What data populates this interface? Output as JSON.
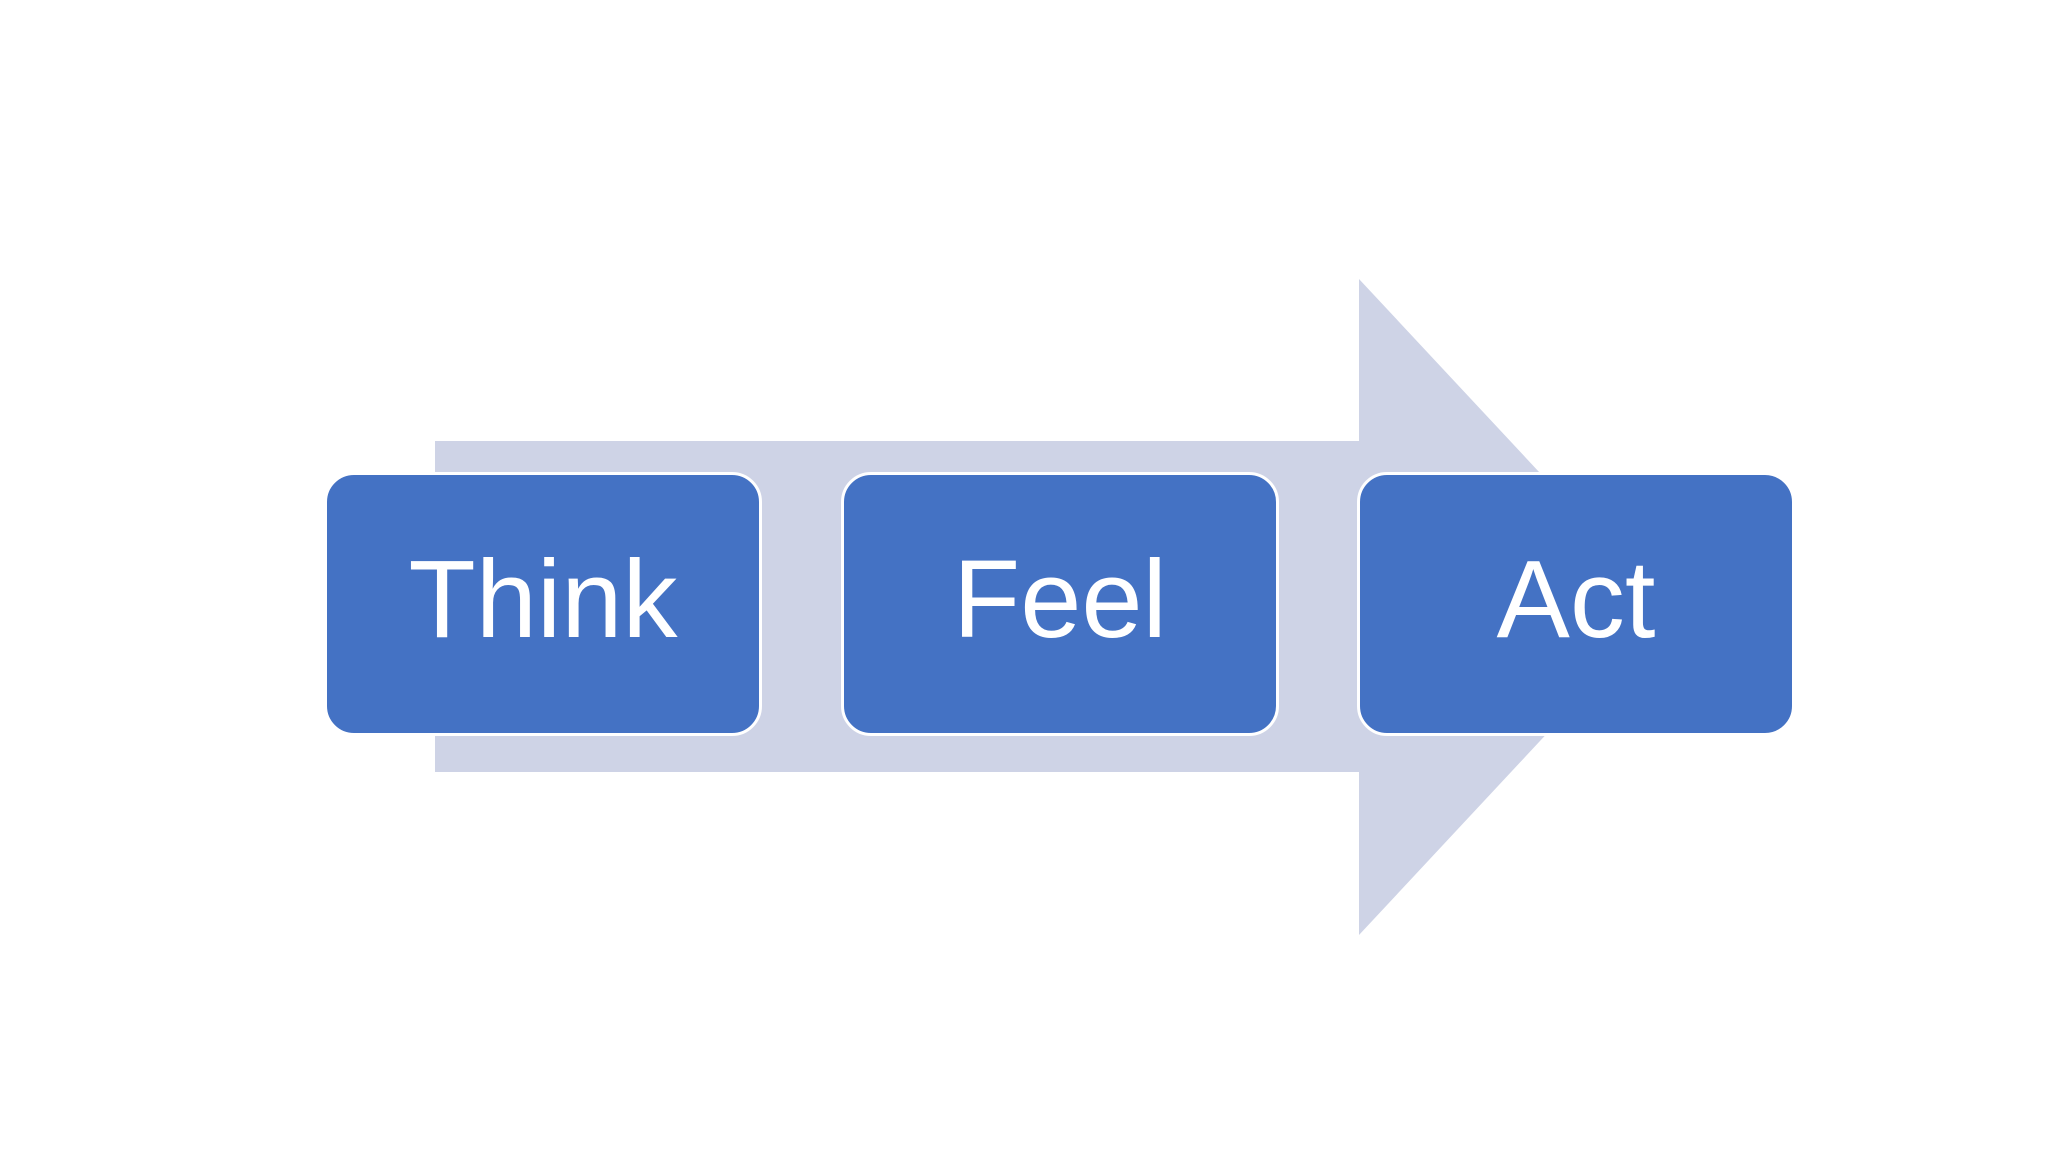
{
  "slide": {
    "background_color": "#ffffff"
  },
  "diagram": {
    "type": "process-flow",
    "direction": "left-to-right",
    "arrow": {
      "shape": "right-block-arrow",
      "fill_color": "#ced3e6"
    },
    "box_style": {
      "fill_color": "#4472c4",
      "border_color": "#ffffff",
      "text_color": "#ffffff"
    },
    "steps": [
      {
        "label": "Think"
      },
      {
        "label": "Feel"
      },
      {
        "label": "Act"
      }
    ]
  }
}
